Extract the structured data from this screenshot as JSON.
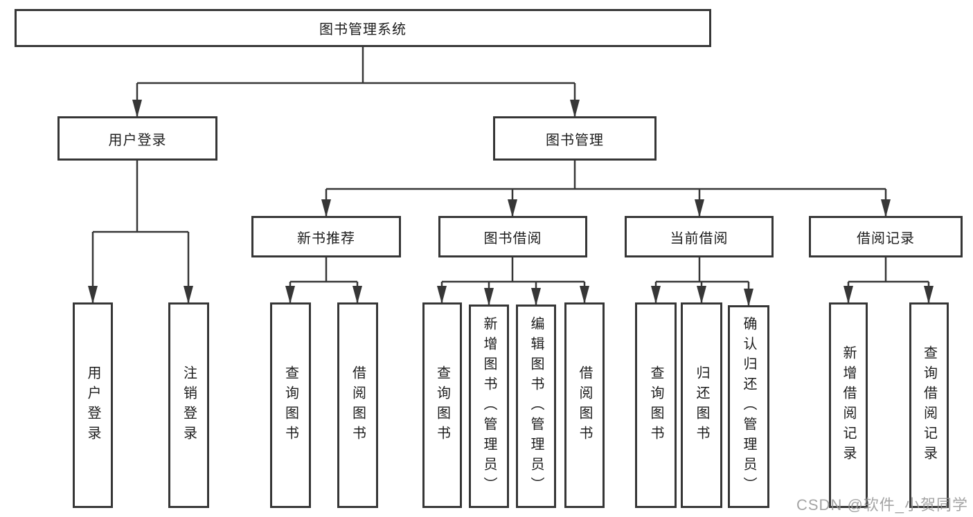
{
  "diagram": {
    "root": {
      "label": "图书管理系统"
    },
    "level2": {
      "user_login": {
        "label": "用户登录"
      },
      "book_management": {
        "label": "图书管理"
      }
    },
    "level3": {
      "new_book_recommend": {
        "label": "新书推荐"
      },
      "book_borrow": {
        "label": "图书借阅"
      },
      "current_borrow": {
        "label": "当前借阅"
      },
      "borrow_records": {
        "label": "借阅记录"
      }
    },
    "leaves": {
      "user_login": [
        "用户登录",
        "注销登录"
      ],
      "new_book_recommend": [
        "查询图书",
        "借阅图书"
      ],
      "book_borrow": [
        "查询图书",
        "新增图书（管理员）",
        "编辑图书（管理员）",
        "借阅图书"
      ],
      "current_borrow": [
        "查询图书",
        "归还图书",
        "确认归还（管理员）"
      ],
      "borrow_records": [
        "新增借阅记录",
        "查询借阅记录"
      ]
    }
  },
  "watermark": "CSDN @软件_小贺同学",
  "colors": {
    "line": "#363636",
    "box_border": "#363636",
    "text": "#1c1c1c",
    "watermark": "#949494",
    "background": "#ffffff"
  }
}
